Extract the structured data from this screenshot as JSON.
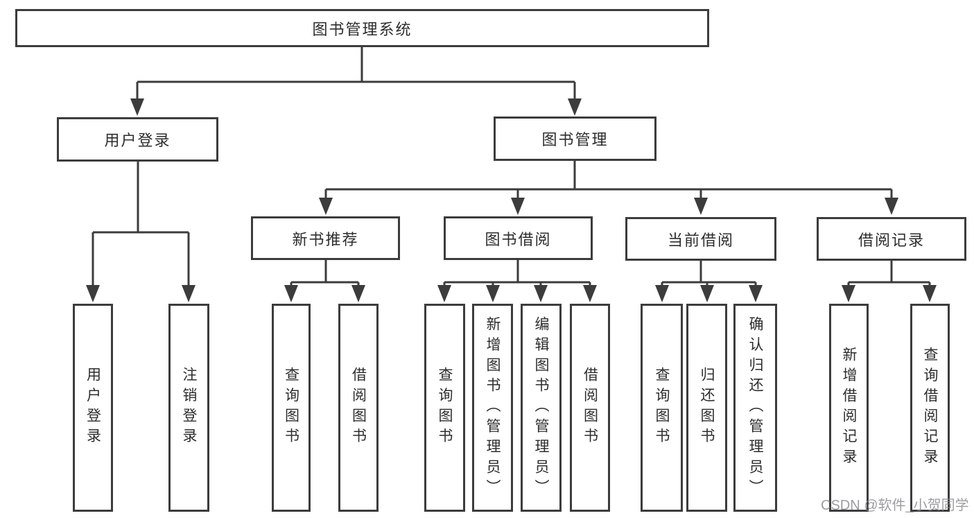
{
  "diagram_title": "图书管理系统",
  "colors": {
    "line": "#3c3c3c",
    "box_border": "#3c3c3c",
    "text": "#2d2d2d",
    "background": "#ffffff",
    "watermark": "#84848a"
  },
  "nodes": {
    "root": {
      "label": "图书管理系统"
    },
    "user_login_group": {
      "label": "用户登录"
    },
    "book_mgmt": {
      "label": "图书管理"
    },
    "new_book": {
      "label": "新书推荐"
    },
    "book_borrow": {
      "label": "图书借阅"
    },
    "current_borrow": {
      "label": "当前借阅"
    },
    "borrow_records": {
      "label": "借阅记录"
    },
    "leaf_user_login": {
      "label": "用户登录"
    },
    "leaf_logout": {
      "label": "注销登录"
    },
    "leaf_nb_query": {
      "label": "查询图书"
    },
    "leaf_nb_borrow": {
      "label": "借阅图书"
    },
    "leaf_bb_query": {
      "label": "查询图书"
    },
    "leaf_bb_add": {
      "label": "新增图书（管理员）"
    },
    "leaf_bb_edit": {
      "label": "编辑图书（管理员）"
    },
    "leaf_bb_borrow": {
      "label": "借阅图书"
    },
    "leaf_cb_query": {
      "label": "查询图书"
    },
    "leaf_cb_return": {
      "label": "归还图书"
    },
    "leaf_cb_confirm": {
      "label": "确认归还（管理员）"
    },
    "leaf_br_add": {
      "label": "新增借阅记录"
    },
    "leaf_br_query": {
      "label": "查询借阅记录"
    }
  },
  "watermark": {
    "text": "CSDN @软件_小贺同学"
  }
}
